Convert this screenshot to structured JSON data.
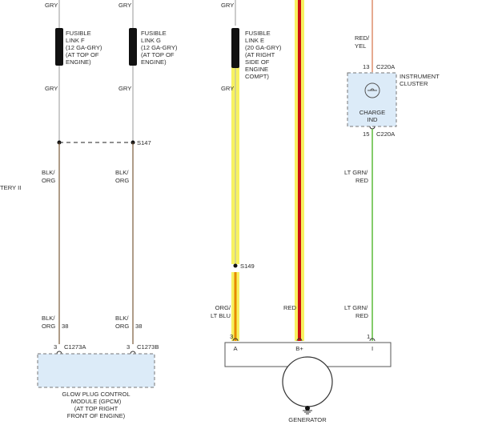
{
  "left_cut_label": "TERY II",
  "links": [
    {
      "id": "f",
      "top_wire": "GRY",
      "lines": [
        "FUSIBLE",
        "LINK F",
        "(12 GA-GRY)",
        "(AT TOP OF",
        "ENGINE)"
      ],
      "below_wire": "GRY",
      "bottom_wire_a": "BLK/",
      "bottom_wire_b": "ORG",
      "pin_wire_a": "BLK/",
      "pin_wire_b": "ORG",
      "pin": "38",
      "conn_pin": "3",
      "conn": "C1273A"
    },
    {
      "id": "g",
      "top_wire": "GRY",
      "lines": [
        "FUSIBLE",
        "LINK G",
        "(12 GA-GRY)",
        "(AT TOP OF",
        "ENGINE)"
      ],
      "below_wire": "GRY",
      "bottom_wire_a": "BLK/",
      "bottom_wire_b": "ORG",
      "pin_wire_a": "BLK/",
      "pin_wire_b": "ORG",
      "pin": "38",
      "conn_pin": "3",
      "conn": "C1273B"
    },
    {
      "id": "e",
      "top_wire": "GRY",
      "lines": [
        "FUSIBLE",
        "LINK E",
        "(20 GA-GRY)",
        "(AT RIGHT",
        "SIDE OF",
        "ENGINE",
        "COMPT)"
      ],
      "below_wire": "GRY"
    }
  ],
  "splice_s147": "S147",
  "splice_s149": "S149",
  "gpcm": {
    "lines": [
      "GLOW PLUG CONTROL",
      "MODULE (GPCM)",
      "(AT TOP RIGHT",
      "FRONT OF ENGINE)"
    ]
  },
  "orange_wire": {
    "label_a": "ORG/",
    "label_b": "LT BLU",
    "pin": "3",
    "terminal": "A"
  },
  "red_wire": {
    "label": "RED",
    "terminal": "B+"
  },
  "green_wire": {
    "label_a": "LT GRN/",
    "label_b": "RED",
    "pin": "1",
    "terminal": "I",
    "top_label_a": "LT GRN/",
    "top_label_b": "RED"
  },
  "red_yel_wire": {
    "label_a": "RED/",
    "label_b": "YEL"
  },
  "cluster": {
    "pin_top": "13",
    "conn_top": "C220A",
    "pin_bot": "15",
    "conn_bot": "C220A",
    "title_a": "INSTRUMENT",
    "title_b": "CLUSTER",
    "ind_a": "CHARGE",
    "ind_b": "IND"
  },
  "generator": {
    "label": "GENERATOR"
  },
  "colors": {
    "highlight_yellow": "#f7f260",
    "wire_red": "#cc1111",
    "wire_orange": "#e68a00",
    "wire_green": "#5cbb3a",
    "wire_brown": "#7a5a3a",
    "wire_gray": "#9a9a9a",
    "dashed_box_fill": "#dcebf8"
  }
}
